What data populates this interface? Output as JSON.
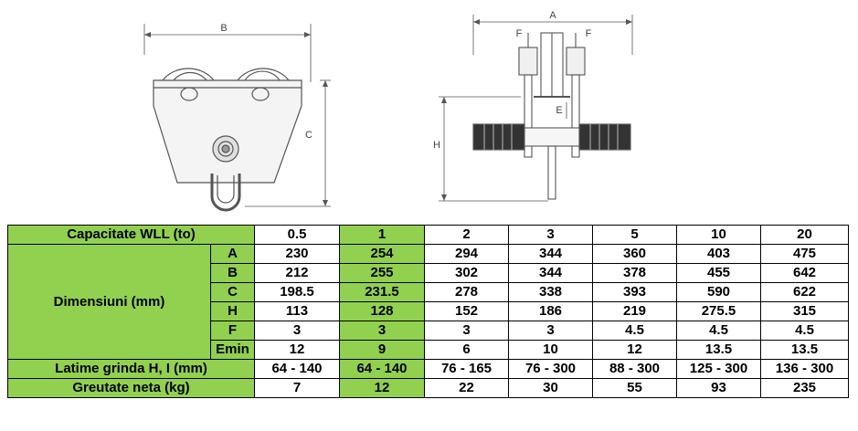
{
  "drawing_labels": {
    "front": {
      "width": "B",
      "height": "C"
    },
    "side": {
      "width": "A",
      "flange_left": "F",
      "flange_right": "F",
      "height": "H",
      "beam": "E"
    }
  },
  "table": {
    "capacity_label": "Capacitate WLL (to)",
    "capacities": [
      "0.5",
      "1",
      "2",
      "3",
      "5",
      "10",
      "20"
    ],
    "dimensions_label": "Dimensiuni (mm)",
    "dimension_rows": [
      {
        "key": "A",
        "values": [
          "230",
          "254",
          "294",
          "344",
          "360",
          "403",
          "475"
        ]
      },
      {
        "key": "B",
        "values": [
          "212",
          "255",
          "302",
          "344",
          "378",
          "455",
          "642"
        ]
      },
      {
        "key": "C",
        "values": [
          "198.5",
          "231.5",
          "278",
          "338",
          "393",
          "590",
          "622"
        ]
      },
      {
        "key": "H",
        "values": [
          "113",
          "128",
          "152",
          "186",
          "219",
          "275.5",
          "315"
        ]
      },
      {
        "key": "F",
        "values": [
          "3",
          "3",
          "3",
          "3",
          "4.5",
          "4.5",
          "4.5"
        ]
      },
      {
        "key": "Emin",
        "values": [
          "12",
          "9",
          "6",
          "10",
          "12",
          "13.5",
          "13.5"
        ]
      }
    ],
    "beam_width_label": "Latime grinda H, I (mm)",
    "beam_widths": [
      "64 - 140",
      "64 - 140",
      "76 - 165",
      "76 - 300",
      "88 - 300",
      "125 - 300",
      "136 - 300"
    ],
    "weight_label": "Greutate neta (kg)",
    "weights": [
      "7",
      "12",
      "22",
      "30",
      "55",
      "93",
      "235"
    ],
    "colors": {
      "highlight": "#92d050",
      "plain": "#ffffff",
      "border": "#000000"
    }
  }
}
